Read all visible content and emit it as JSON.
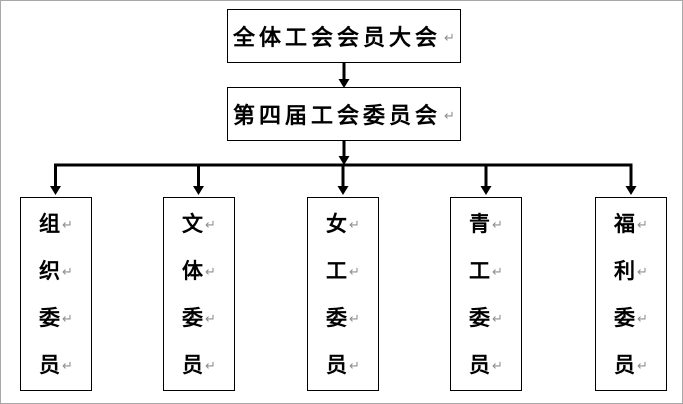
{
  "diagram": {
    "type": "org-chart",
    "levels": 3
  },
  "title_box": {
    "label": "全体工会会员大会"
  },
  "committee_box": {
    "label": "第四届工会委员会"
  },
  "committees": [
    {
      "name": "组织委员",
      "chars": [
        "组",
        "织",
        "委",
        "员"
      ]
    },
    {
      "name": "文体委员",
      "chars": [
        "文",
        "体",
        "委",
        "员"
      ]
    },
    {
      "name": "女工委员",
      "chars": [
        "女",
        "工",
        "委",
        "员"
      ]
    },
    {
      "name": "青工委员",
      "chars": [
        "青",
        "工",
        "委",
        "员"
      ]
    },
    {
      "name": "福利委员",
      "chars": [
        "福",
        "利",
        "委",
        "员"
      ]
    }
  ],
  "marks": {
    "return_mark": "↵"
  },
  "colors": {
    "line": "#000000",
    "text": "#000000",
    "return_mark": "#8f8f8f",
    "background": "#ffffff",
    "image_border": "#a8a8a8"
  }
}
